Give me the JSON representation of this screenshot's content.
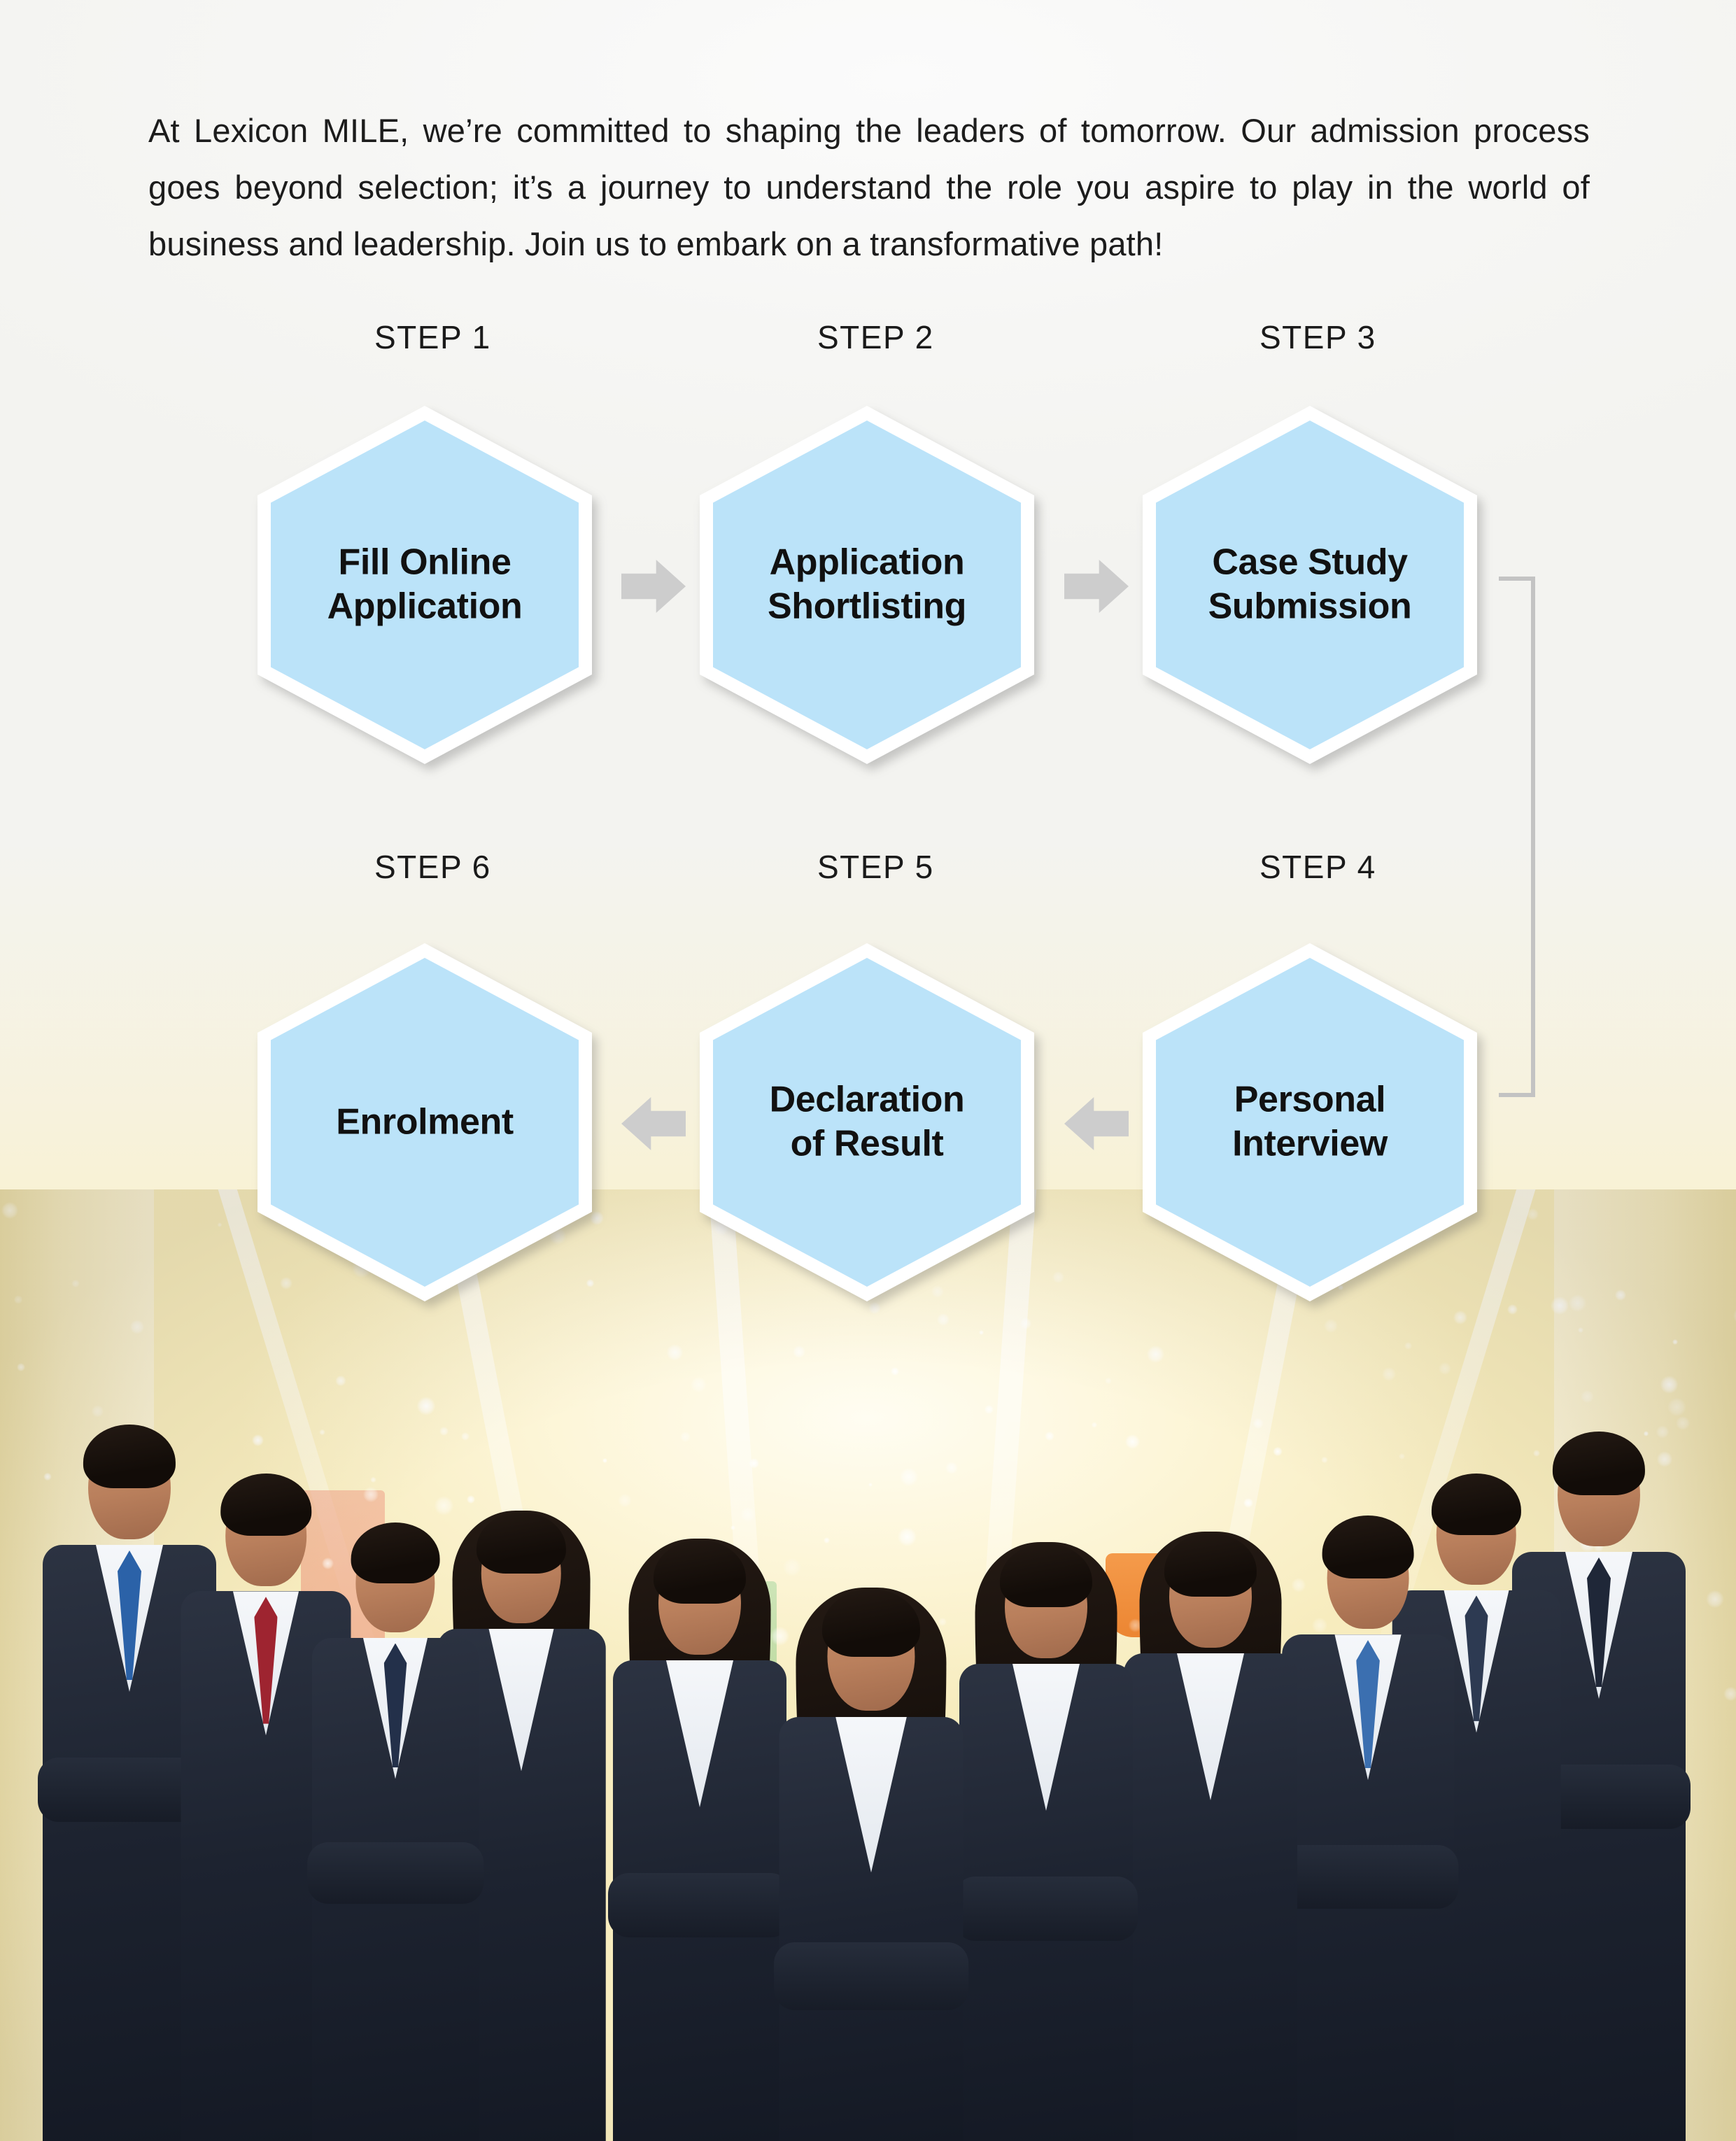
{
  "intro": {
    "paragraph": "At Lexicon MILE, we’re committed to shaping the leaders of tomorrow. Our admission process goes beyond selection; it’s a journey to understand the role you aspire to play in the world of business and leadership. Join us to embark on a transformative path!"
  },
  "colors": {
    "hex_fill": "#bbe3f9",
    "hex_border": "#ffffff",
    "arrow": "#cdcdcd",
    "connector": "#c3c3c3",
    "text": "#111111",
    "page_bg": "#f7f7f5"
  },
  "flow": {
    "row1": [
      {
        "step_label": "STEP 1",
        "title": "Fill Online\nApplication",
        "line1": "Fill Online",
        "line2": "Application"
      },
      {
        "step_label": "STEP 2",
        "title": "Application\nShortlisting",
        "line1": "Application",
        "line2": "Shortlisting"
      },
      {
        "step_label": "STEP 3",
        "title": "Case Study\nSubmission",
        "line1": "Case Study",
        "line2": "Submission"
      }
    ],
    "row2": [
      {
        "step_label": "STEP 6",
        "title": "Enrolment",
        "line1": "Enrolment",
        "line2": ""
      },
      {
        "step_label": "STEP 5",
        "title": "Declaration\nof Result",
        "line1": "Declaration",
        "line2": "of Result"
      },
      {
        "step_label": "STEP 4",
        "title": "Personal\nInterview",
        "line1": "Personal",
        "line2": "Interview"
      }
    ],
    "arrows": [
      {
        "name": "arrow-step1-to-step2",
        "direction": "right"
      },
      {
        "name": "arrow-step2-to-step3",
        "direction": "right"
      },
      {
        "name": "arrow-step5-to-step6",
        "direction": "left"
      },
      {
        "name": "arrow-step4-to-step5",
        "direction": "left"
      }
    ],
    "connector": {
      "name": "connector-step3-to-step4",
      "shape": "bracket"
    }
  },
  "photo": {
    "alt": "Group of MBA students in formal business suits standing in a bright corridor"
  }
}
